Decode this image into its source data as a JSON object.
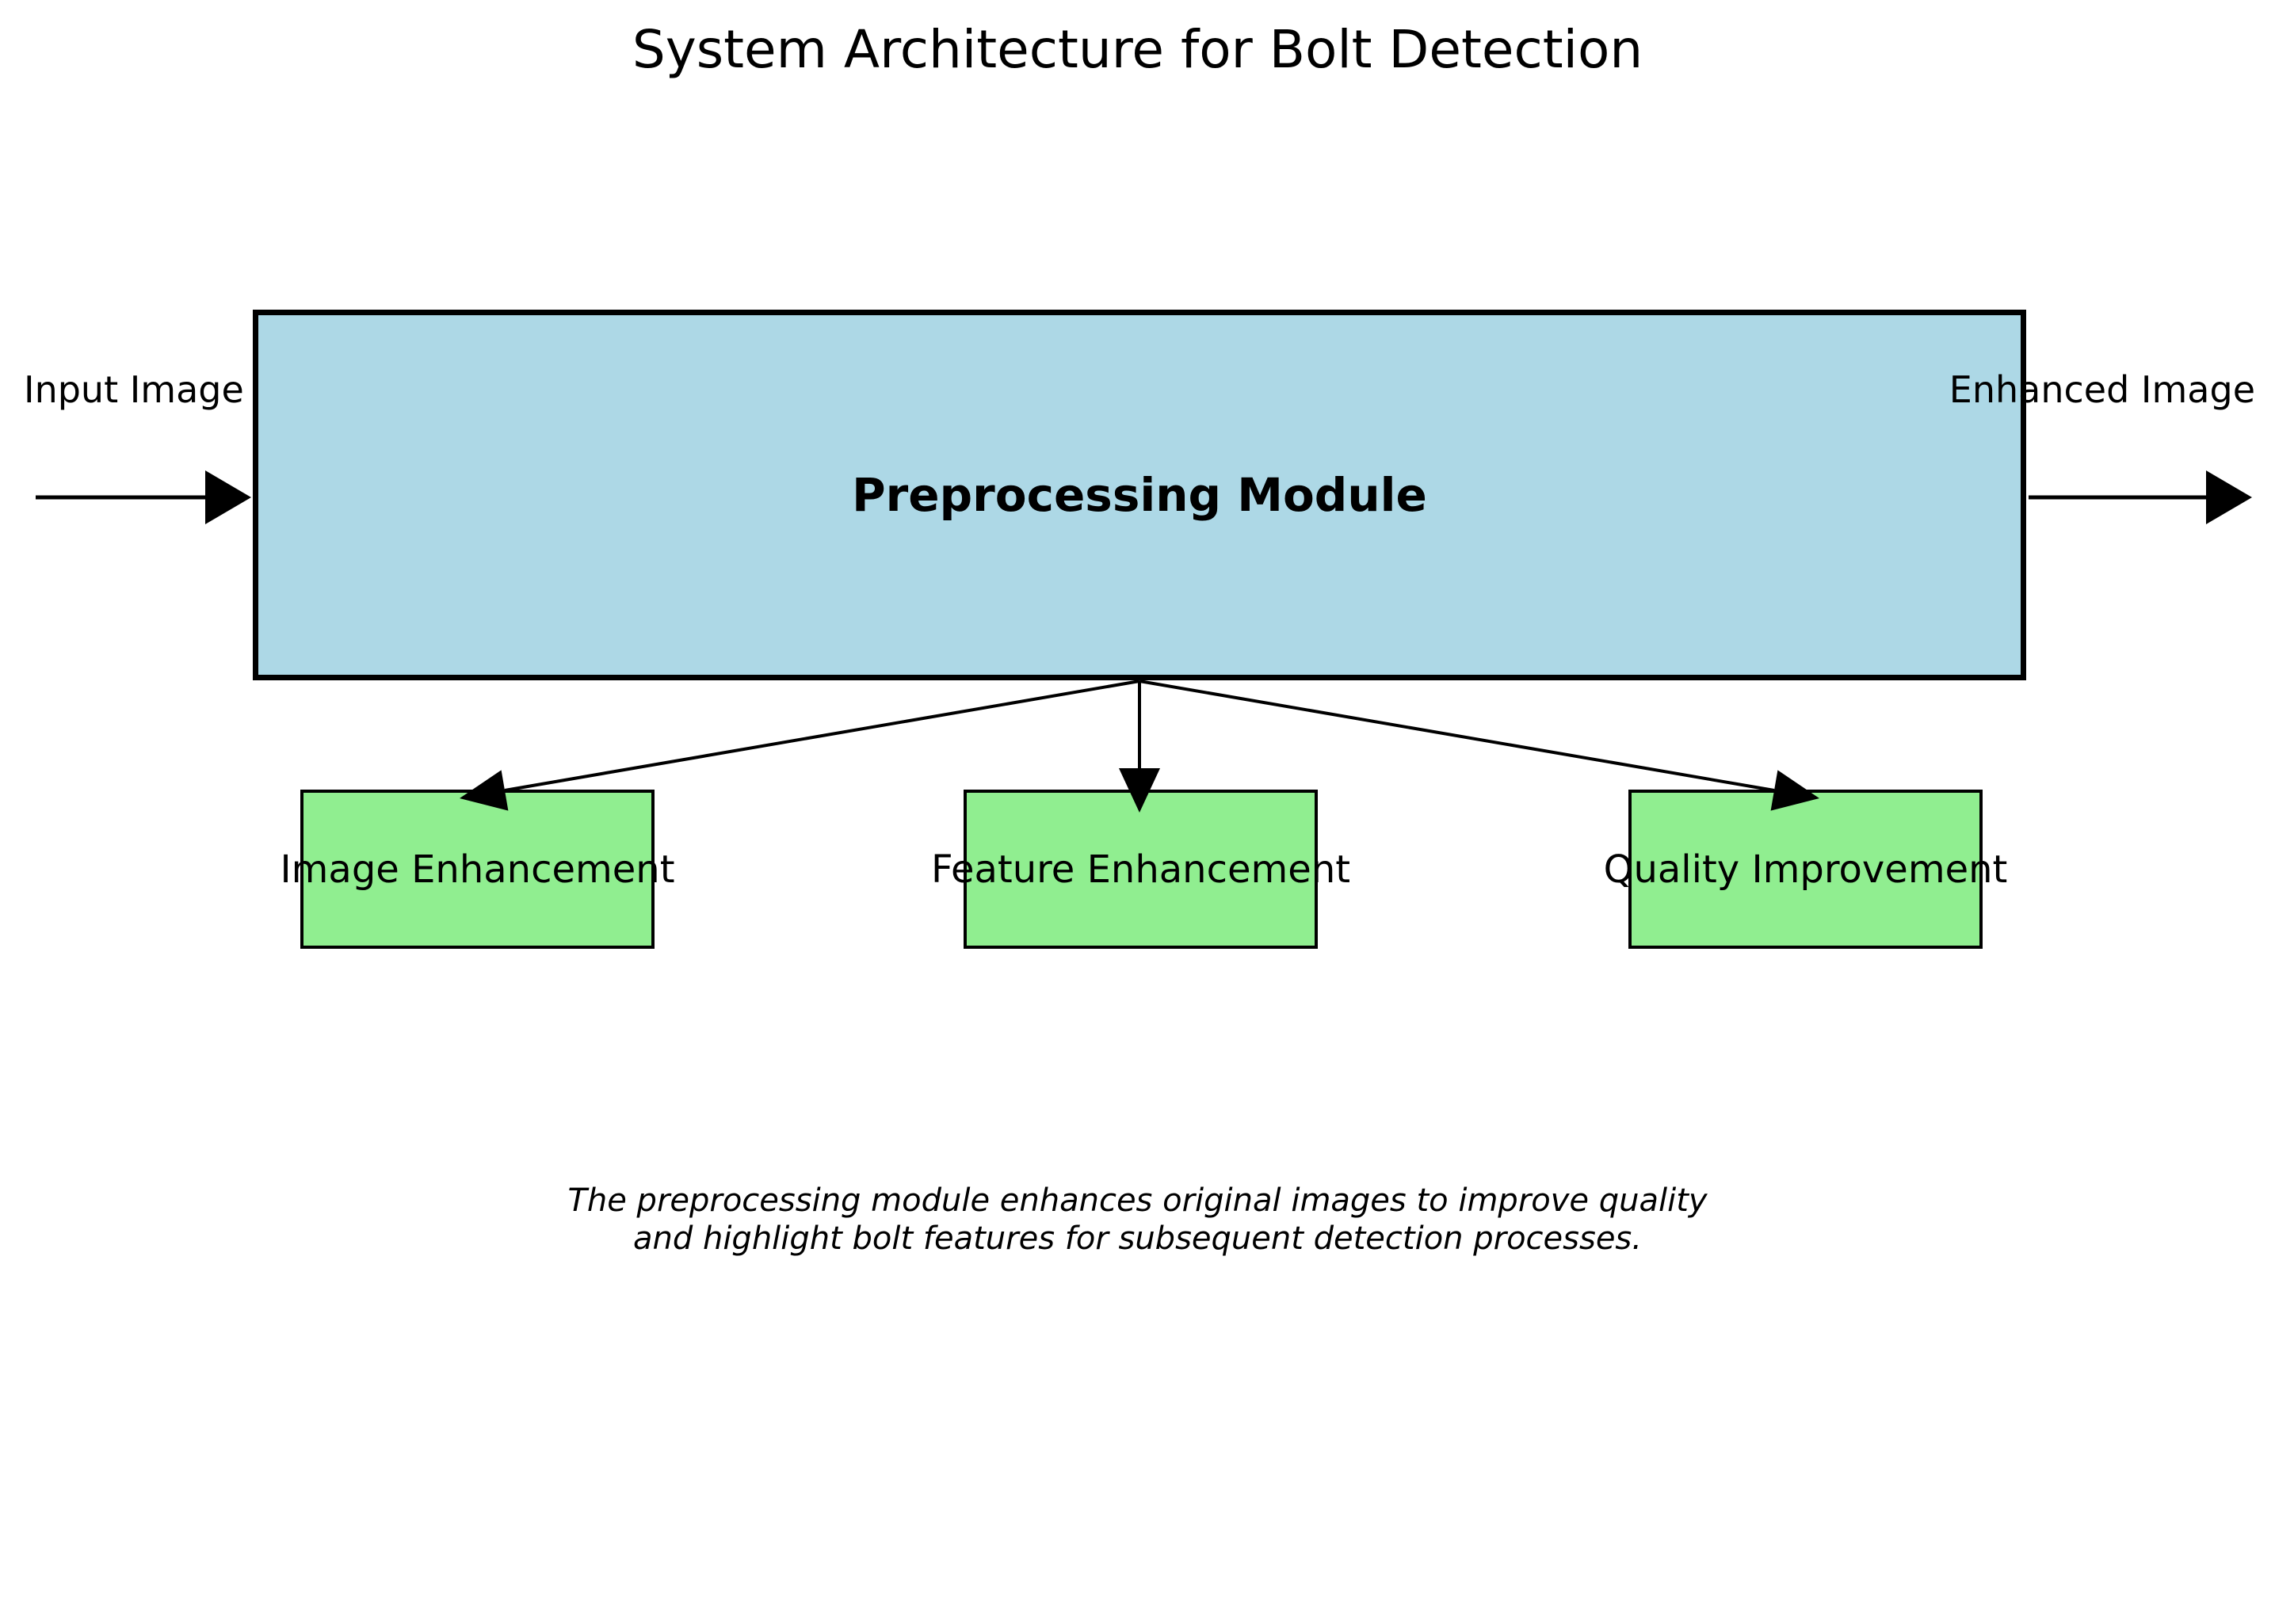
{
  "title": "System Architecture for Bolt Detection",
  "module": {
    "label": "Preprocessing Module"
  },
  "io": {
    "input_label": "Input Image",
    "output_label": "Enhanced Image"
  },
  "submodules": [
    {
      "label": "Image Enhancement"
    },
    {
      "label": "Feature Enhancement"
    },
    {
      "label": "Quality Improvement"
    }
  ],
  "caption": {
    "line1": "The preprocessing module enhances original images to improve quality",
    "line2": "and highlight bolt features for subsequent detection processes."
  },
  "colors": {
    "module_fill": "#ADD8E6",
    "submodule_fill": "#90EE90",
    "outline": "#000000",
    "arrow": "#000000",
    "background": "#FFFFFF"
  },
  "icons": {
    "arrows": [
      "input-arrow",
      "output-arrow",
      "arrow-to-image-enhancement",
      "arrow-to-feature-enhancement",
      "arrow-to-quality-improvement"
    ]
  }
}
